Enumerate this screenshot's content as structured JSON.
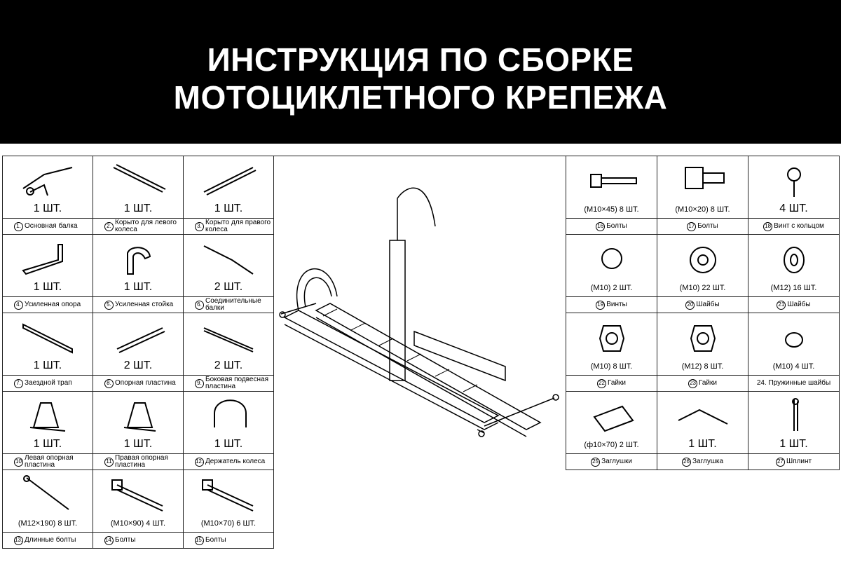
{
  "title": {
    "line1": "ИНСТРУКЦИЯ ПО СБОРКЕ",
    "line2": "МОТОЦИКЛЕТНОГО КРЕПЕЖА"
  },
  "left_parts": [
    {
      "num": "1.",
      "qty": "1 ШТ.",
      "name": "Основная балка"
    },
    {
      "num": "2.",
      "qty": "1 ШТ.",
      "name": "Корыто для левого колеса"
    },
    {
      "num": "3.",
      "qty": "1 ШТ.",
      "name": "Корыто для правого колеса"
    },
    {
      "num": "4.",
      "qty": "1 ШТ.",
      "name": "Усиленная опора"
    },
    {
      "num": "5.",
      "qty": "1 ШТ.",
      "name": "Усиленная стойка"
    },
    {
      "num": "6.",
      "qty": "2 ШТ.",
      "name": "Соединительные балки"
    },
    {
      "num": "7.",
      "qty": "1 ШТ.",
      "name": "Заездной трап"
    },
    {
      "num": "8.",
      "qty": "2 ШТ.",
      "name": "Опорная пластина"
    },
    {
      "num": "9.",
      "qty": "2 ШТ.",
      "name": "Боковая подвесная пластина"
    },
    {
      "num": "10",
      "qty": "1 ШТ.",
      "name": "Левая опорная пластина"
    },
    {
      "num": "11",
      "qty": "1 ШТ.",
      "name": "Правая опорная пластина"
    },
    {
      "num": "12.",
      "qty": "1 ШТ.",
      "name": "Держатель колеса"
    },
    {
      "num": "13.",
      "qty": "(M12×190) 8 ШТ.",
      "name": "Длинные болты"
    },
    {
      "num": "14.",
      "qty": "(M10×90) 4 ШТ.",
      "name": "Болты"
    },
    {
      "num": "15.",
      "qty": "(M10×70) 6 ШТ.",
      "name": "Болты"
    }
  ],
  "right_parts": [
    {
      "num": "16",
      "qty": "(M10×45) 8 ШТ.",
      "name": "Болты"
    },
    {
      "num": "17",
      "qty": "(M10×20) 8 ШТ.",
      "name": "Болты"
    },
    {
      "num": "18",
      "qty": "4 ШТ.",
      "name": "Винт с кольцом"
    },
    {
      "num": "19",
      "qty": "(M10) 2 ШТ.",
      "name": "Винты"
    },
    {
      "num": "20",
      "qty": "(M10) 22 ШТ.",
      "name": "Шайбы"
    },
    {
      "num": "21",
      "qty": "(M12) 16 ШТ.",
      "name": "Шайбы"
    },
    {
      "num": "22",
      "qty": "(M10) 8 ШТ.",
      "name": "Гайки"
    },
    {
      "num": "23",
      "qty": "(M12) 8 ШТ.",
      "name": "Гайки"
    },
    {
      "num": "",
      "qty": "(M10) 4 ШТ.",
      "name": "24. Пружинные шайбы"
    },
    {
      "num": "25",
      "qty": "(ф10×70) 2 ШТ.",
      "name": "Заглушки"
    },
    {
      "num": "26",
      "qty": "1 ШТ.",
      "name": "Заглушка"
    },
    {
      "num": "27",
      "qty": "1 ШТ.",
      "name": "Шплинт"
    }
  ]
}
